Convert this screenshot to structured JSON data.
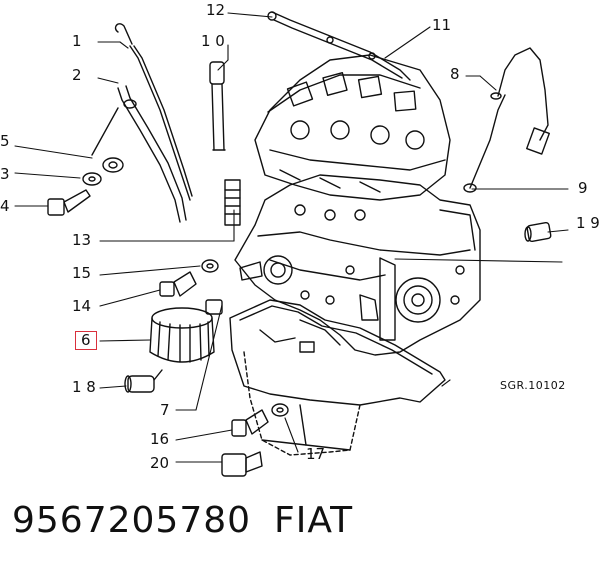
{
  "diagram": {
    "callouts": {
      "c1": "1",
      "c2": "2",
      "c3": "3",
      "c4": "4",
      "c5": "5",
      "c6": "6",
      "c7": "7",
      "c8": "8",
      "c9": "9",
      "c10": "1 0",
      "c11": "11",
      "c12": "12",
      "c13": "13",
      "c14": "14",
      "c15": "15",
      "c16": "16",
      "c17": "17",
      "c18": "1 8",
      "c19": "1 9",
      "c20": "20"
    },
    "highlighted_callout": "6",
    "highlight_color": "#d9303c",
    "reference_code": "SGR.10102"
  },
  "footer": {
    "part_number": "9567205780",
    "brand": "FIAT"
  }
}
